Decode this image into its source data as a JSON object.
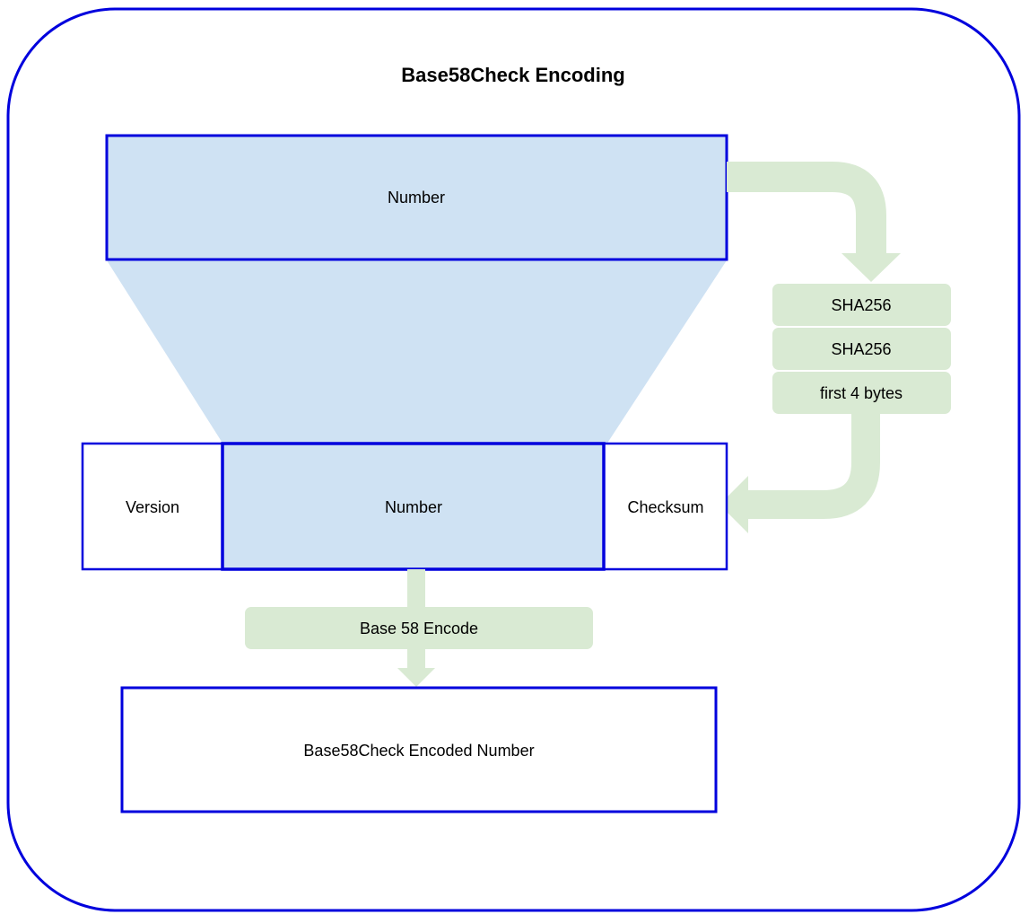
{
  "diagram": {
    "title": "Base58Check Encoding",
    "number_top": "Number",
    "sha256_first": "SHA256",
    "sha256_second": "SHA256",
    "first_4_bytes": "first 4 bytes",
    "version": "Version",
    "number_middle": "Number",
    "checksum": "Checksum",
    "base58_encode": "Base 58 Encode",
    "encoded_number": "Base58Check Encoded Number"
  },
  "colors": {
    "border_blue": "#0000dd",
    "number_fill": "#cfe2f3",
    "step_green": "#d9ead3",
    "background": "#ffffff"
  }
}
